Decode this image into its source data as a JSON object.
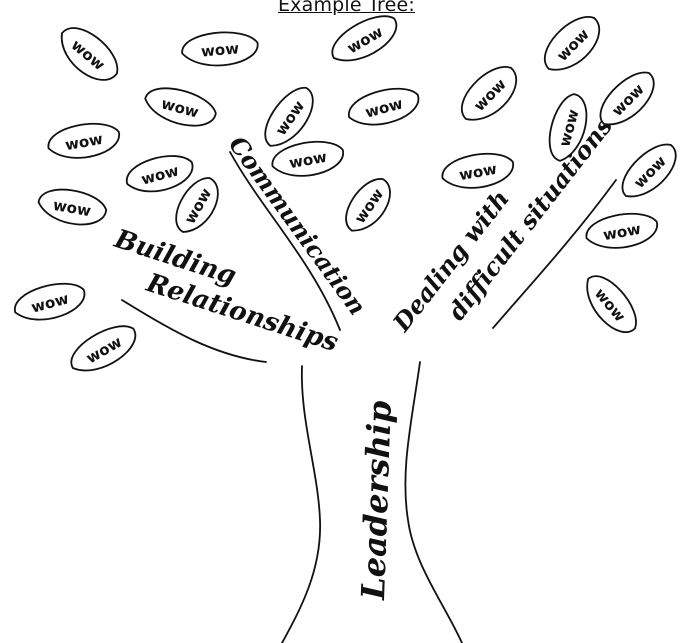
{
  "title": "Example Tree:",
  "trunk_label": "Leadership",
  "branches": {
    "building_1": "Building",
    "building_2": "Relationships",
    "communication": "Communication",
    "dealing_1": "Dealing with",
    "dealing_2": "difficult situations"
  },
  "leaf_word": "wow"
}
